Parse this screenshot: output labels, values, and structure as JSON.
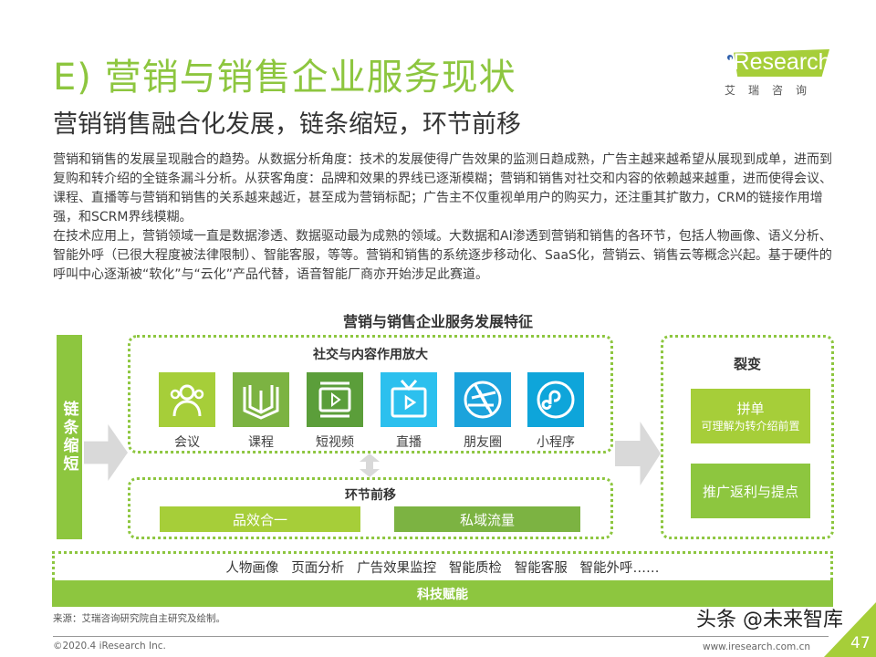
{
  "header": {
    "title": "E) 营销与销售企业服务现状",
    "subtitle": "营销销售融合化发展，链条缩短，环节前移"
  },
  "logo": {
    "brand": "iResearch",
    "cn": "艾瑞咨询"
  },
  "body": {
    "paragraphs": [
      "营销和销售的发展呈现融合的趋势。从数据分析角度：技术的发展使得广告效果的监测日趋成熟，广告主越来越希望从展现到成单，进而到复购和转介绍的全链条漏斗分析。从获客角度：品牌和效果的界线已逐渐模糊；营销和销售对社交和内容的依赖越来越重，进而使得会议、课程、直播等与营销和销售的关系越来越近，甚至成为营销标配；广告主不仅重视单用户的购买力，还注重其扩散力，CRM的链接作用增强，和SCRM界线模糊。",
      "在技术应用上，营销领域一直是数据渗透、数据驱动最为成熟的领域。大数据和AI渗透到营销和销售的各环节，包括人物画像、语义分析、智能外呼（已很大程度被法律限制）、智能客服，等等。营销和销售的系统逐步移动化、SaaS化，营销云、销售云等概念兴起。基于硬件的呼叫中心逐渐被“软化”与“云化”产品代替，语音智能厂商亦开始涉足此赛道。"
    ]
  },
  "diagram": {
    "title": "营销与销售企业服务发展特征",
    "left_bar": "链条缩短",
    "social": {
      "title": "社交与内容作用放大",
      "items": [
        {
          "label": "会议",
          "icon": "people-icon",
          "color": "#a6ce39"
        },
        {
          "label": "课程",
          "icon": "book-icon",
          "color": "#7cb342"
        },
        {
          "label": "短视频",
          "icon": "video-icon",
          "color": "#5b9e3a"
        },
        {
          "label": "直播",
          "icon": "tv-icon",
          "color": "#2cc0ee"
        },
        {
          "label": "朋友圈",
          "icon": "aperture-icon",
          "color": "#1ba3dc"
        },
        {
          "label": "小程序",
          "icon": "miniprogram-icon",
          "color": "#0ea5da"
        }
      ]
    },
    "forward": {
      "title": "环节前移",
      "items": [
        "品效合一",
        "私域流量"
      ]
    },
    "fission": {
      "title": "裂变",
      "box1": {
        "label": "拼单",
        "sub": "可理解为转介绍前置"
      },
      "box2": "推广返利与提点"
    },
    "tech": {
      "items": "人物画像   页面分析   广告效果监控   智能质检   智能客服   智能外呼……",
      "bar": "科技赋能"
    }
  },
  "source": "来源：艾瑞咨询研究院自主研究及绘制。",
  "footer": {
    "copyright": "©2020.4 iResearch Inc.",
    "url": "www.iresearch.com.cn",
    "page": "47",
    "watermark": "头条 @未来智库"
  },
  "colors": {
    "brand_green": "#8dc63f",
    "light_green": "#a6ce39"
  }
}
